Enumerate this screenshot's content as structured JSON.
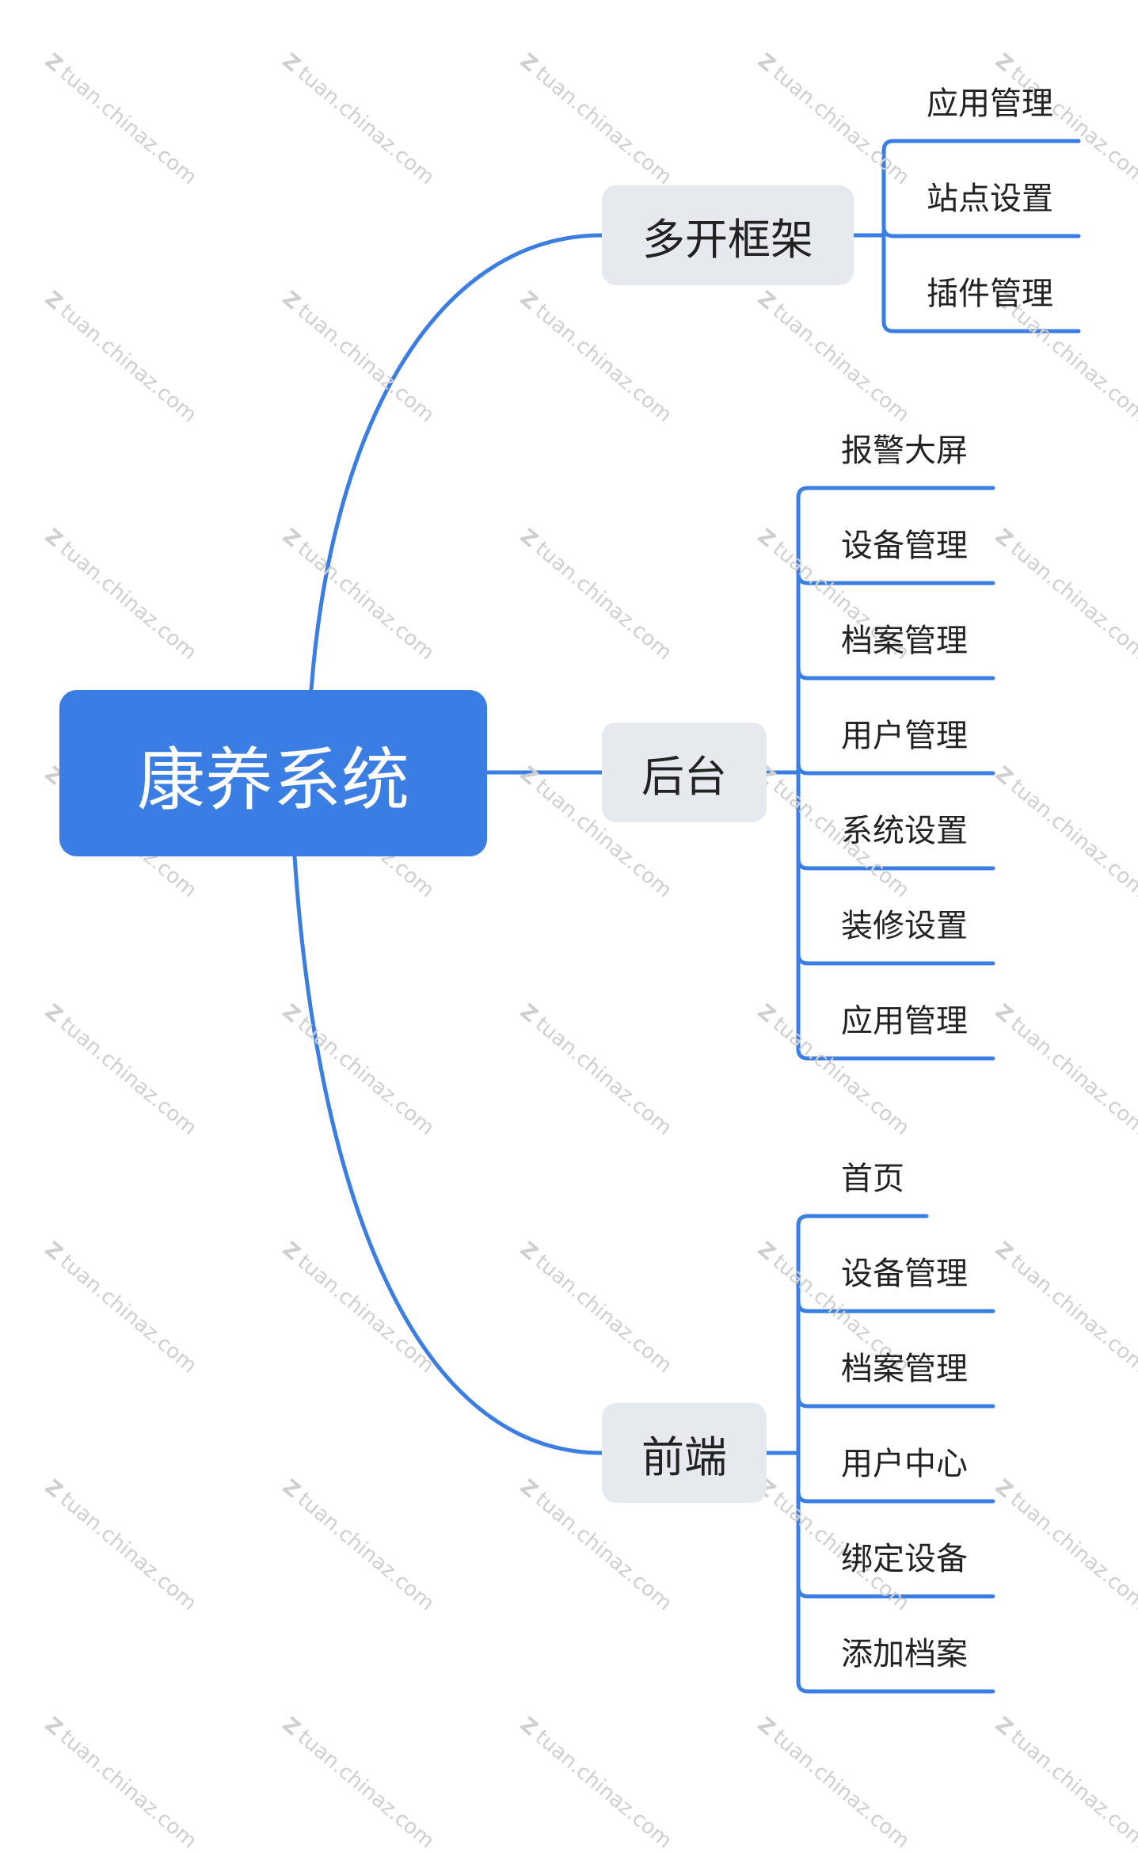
{
  "root": {
    "label": "康养系统"
  },
  "branches": [
    {
      "label": "多开框架",
      "children": [
        "应用管理",
        "站点设置",
        "插件管理"
      ]
    },
    {
      "label": "后台",
      "children": [
        "报警大屏",
        "设备管理",
        "档案管理",
        "用户管理",
        "系统设置",
        "装修设置",
        "应用管理"
      ]
    },
    {
      "label": "前端",
      "children": [
        "首页",
        "设备管理",
        "档案管理",
        "用户中心",
        "绑定设备",
        "添加档案"
      ]
    }
  ],
  "watermark": {
    "text": "tuan.chinaz.com",
    "mark": "Z"
  },
  "colors": {
    "line": "#3a7de3",
    "root_fill": "#3a7de3",
    "branch_fill": "#e6e9ee",
    "watermark": "#cfcfcf"
  }
}
